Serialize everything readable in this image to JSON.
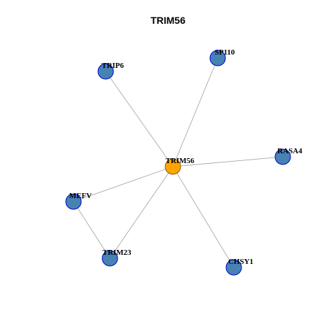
{
  "title": "TRIM56",
  "colors": {
    "hub_fill": "#ffa500",
    "hub_stroke": "#8b5a00",
    "node_fill": "#4682b4",
    "node_stroke": "#0000cd",
    "edge": "#a9a9a9"
  },
  "nodes": [
    {
      "id": "TRIM56",
      "label": "TRIM56",
      "hub": true
    },
    {
      "id": "TRIP6",
      "label": "TRIP6",
      "hub": false
    },
    {
      "id": "SP110",
      "label": "SP110",
      "hub": false
    },
    {
      "id": "RASA4",
      "label": "RASA4",
      "hub": false
    },
    {
      "id": "MEFV",
      "label": "MEFV",
      "hub": false
    },
    {
      "id": "TRIM23",
      "label": "TRIM23",
      "hub": false
    },
    {
      "id": "CHSY1",
      "label": "CHSY1",
      "hub": false
    }
  ],
  "edges": [
    {
      "from": "TRIM56",
      "to": "TRIP6"
    },
    {
      "from": "TRIM56",
      "to": "SP110"
    },
    {
      "from": "TRIM56",
      "to": "RASA4"
    },
    {
      "from": "TRIM56",
      "to": "MEFV"
    },
    {
      "from": "TRIM56",
      "to": "TRIM23"
    },
    {
      "from": "TRIM56",
      "to": "CHSY1"
    },
    {
      "from": "MEFV",
      "to": "TRIM23"
    }
  ]
}
